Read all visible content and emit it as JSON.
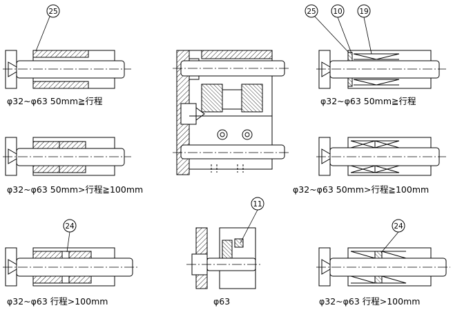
{
  "captions": [
    "φ32~φ63  50mm≧行程",
    "φ32~φ63  50mm≧行程",
    "φ32~φ63  50mm>行程≧100mm",
    "φ32~φ63  50mm>行程≧100mm",
    "φ32~φ63 行程>100mm",
    "φ63",
    "φ32~φ63 行程>100mm"
  ],
  "callouts": [
    "25",
    "25",
    "10",
    "19",
    "24",
    "11",
    "24"
  ]
}
